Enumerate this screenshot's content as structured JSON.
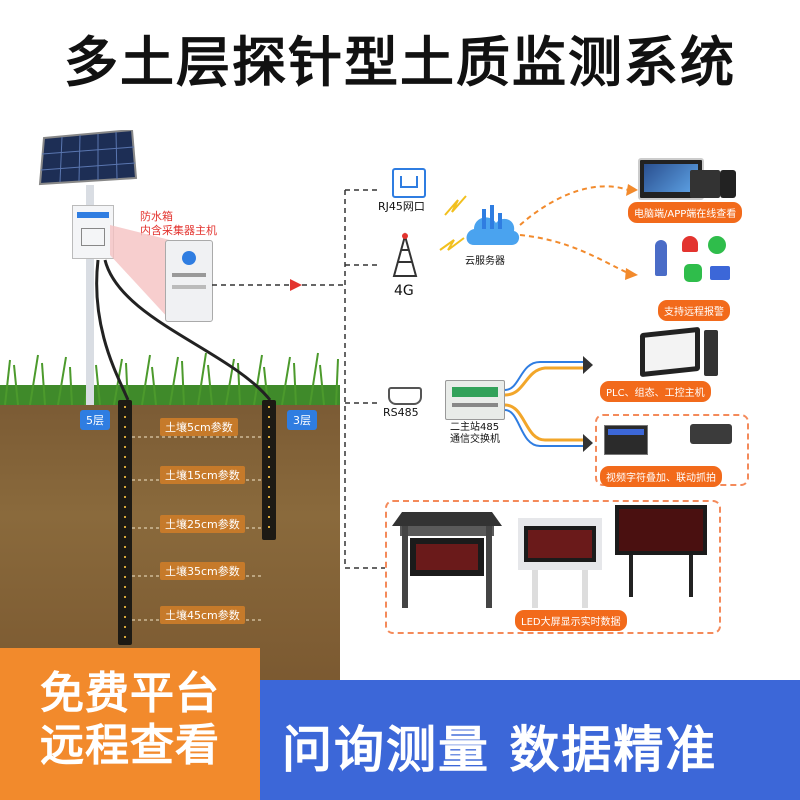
{
  "title": "多土层探针型土质监测系统",
  "left_labels": {
    "box_line1": "防水箱",
    "box_line2": "内含采集器主机",
    "layer5": "5层",
    "layer3": "3层",
    "depths": [
      "土壤5cm参数",
      "土壤15cm参数",
      "土壤25cm参数",
      "土壤35cm参数",
      "土壤45cm参数"
    ]
  },
  "network": {
    "rj45": "RJ45网口",
    "g4": "4G",
    "cloud": "云服务器",
    "rs485": "RS485",
    "switch_line1": "二主站485",
    "switch_line2": "通信交换机"
  },
  "outputs": {
    "pc_app": "电脑端/APP端在线查看",
    "alarm": "支持远程报警",
    "plc": "PLC、组态、工控主机",
    "video": "视频字符叠加、联动抓拍",
    "led": "LED大屏显示实时数据"
  },
  "banner": {
    "left_line1": "免费平台",
    "left_line2": "远程查看",
    "right": "问询测量 数据精准"
  },
  "colors": {
    "accent_orange": "#f26a1b",
    "accent_blue": "#3c67d8",
    "soil_brown": "#7a5a34",
    "layer_blue": "#2f7de1"
  }
}
